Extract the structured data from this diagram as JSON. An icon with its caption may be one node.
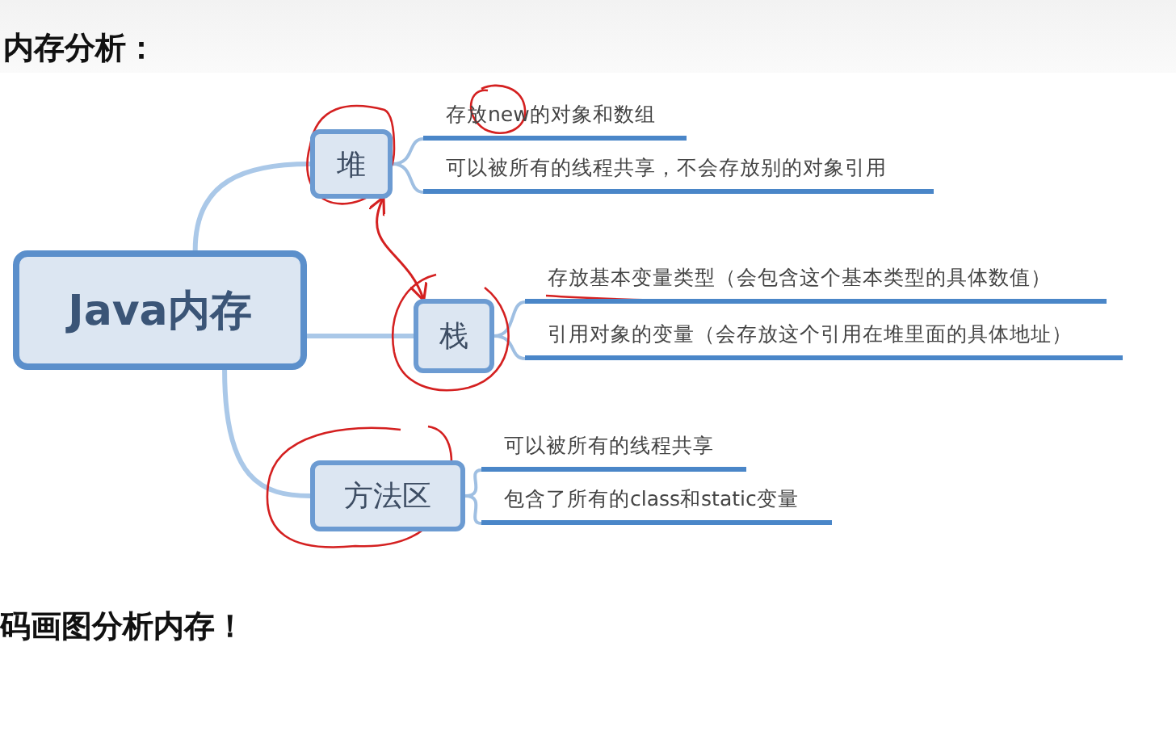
{
  "diagram": {
    "title": "内存分析：",
    "nodes": [
      {
        "text": [
          "Java内存"
        ]
      },
      {
        "text": [
          "堆"
        ]
      },
      {
        "text": [
          "存放new的对象和数组"
        ]
      },
      {
        "text": [
          "可以被所有的线程共享，不会存放别的对象引用"
        ]
      },
      {
        "text": [
          "栈"
        ]
      },
      {
        "text": [
          "存放基本变量类型（会包含这个基本类型的具体数值）"
        ]
      },
      {
        "text": [
          "引用对象的变量（会存放这个引用在堆里面的具体地址）"
        ]
      },
      {
        "text": [
          "方法区"
        ]
      },
      {
        "text": [
          "可以被所有的线程共享"
        ]
      },
      {
        "text": [
          "包含了所有的class和static变量"
        ]
      }
    ],
    "edges": [
      {
        "from": 0,
        "to": 1,
        "arrow": "none"
      },
      {
        "from": 0,
        "to": 4,
        "arrow": "none"
      },
      {
        "from": 0,
        "to": 7,
        "arrow": "none"
      },
      {
        "from": 1,
        "to": 2,
        "arrow": "none"
      },
      {
        "from": 1,
        "to": 3,
        "arrow": "none"
      },
      {
        "from": 4,
        "to": 5,
        "arrow": "none"
      },
      {
        "from": 4,
        "to": 6,
        "arrow": "none"
      },
      {
        "from": 7,
        "to": 8,
        "arrow": "none"
      },
      {
        "from": 7,
        "to": 9,
        "arrow": "none"
      },
      {
        "from": 1,
        "to": 4,
        "arrow": "both",
        "color": "#d42020"
      }
    ],
    "labels": [
      "码画图分析内存！"
    ]
  }
}
